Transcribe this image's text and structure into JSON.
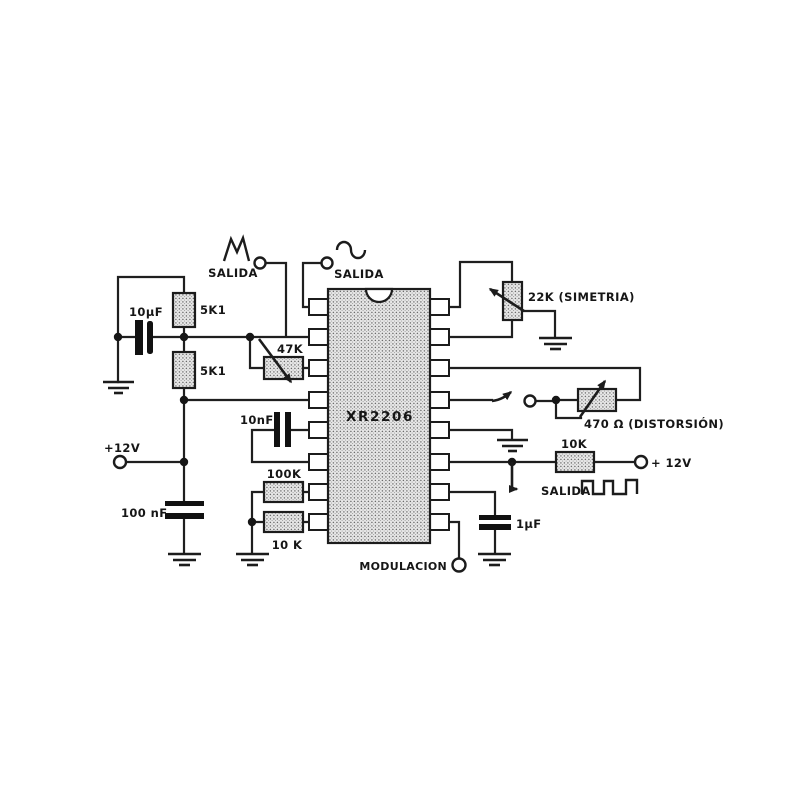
{
  "schematic": {
    "ic": {
      "part_number": "XR2206"
    },
    "outputs": {
      "triangle": {
        "label": "SALIDA",
        "waveform": "triangle-wave-icon"
      },
      "sine": {
        "label": "SALIDA",
        "waveform": "sine-wave-icon"
      },
      "square": {
        "label": "SALIDA",
        "waveform": "square-wave-icon"
      }
    },
    "power": {
      "left_supply": "+12V",
      "right_supply": "+ 12V"
    },
    "modulation_label": "MODULACION",
    "components": {
      "cap_10uf": "10µF",
      "res_5k1_a": "5K1",
      "res_5k1_b": "5K1",
      "pot_47k": "47K",
      "cap_100nf": "100 nF",
      "cap_10nf": "10nF",
      "res_100k": "100K",
      "res_10k_left": "10 K",
      "pot_22k": "22K (SIMETRIA)",
      "pot_470r": "470 Ω (DISTORSIÓN)",
      "res_10k_right": "10K",
      "cap_1uf": "1µF"
    },
    "colors": {
      "line": "#1f1f1f",
      "component_fill": "#e7e7e7",
      "background": "#ffffff"
    }
  }
}
